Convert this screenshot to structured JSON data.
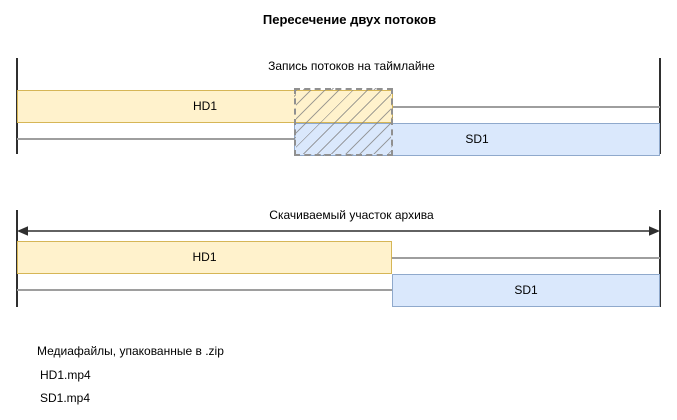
{
  "title": "Пересечение двух потоков",
  "sections": {
    "recording": {
      "caption": "Запись потоков на таймлайне",
      "hd_label": "HD1",
      "sd_label": "SD1"
    },
    "download": {
      "caption": "Скачиваемый участок архива",
      "hd_label": "HD1",
      "sd_label": "SD1"
    }
  },
  "footer": {
    "caption": "Медиафайлы, упакованные в .zip",
    "files": [
      "HD1.mp4",
      "SD1.mp4"
    ]
  },
  "colors": {
    "hd_fill": "#FFF2CC",
    "hd_border": "#D6B656",
    "sd_fill": "#DAE8FC",
    "sd_border": "#8FA9CC",
    "timeline_line": "#9E9E9E",
    "endpoint_tick": "#2F2F2F",
    "arrow": "#2F2F2F",
    "hatch": "#828282"
  }
}
